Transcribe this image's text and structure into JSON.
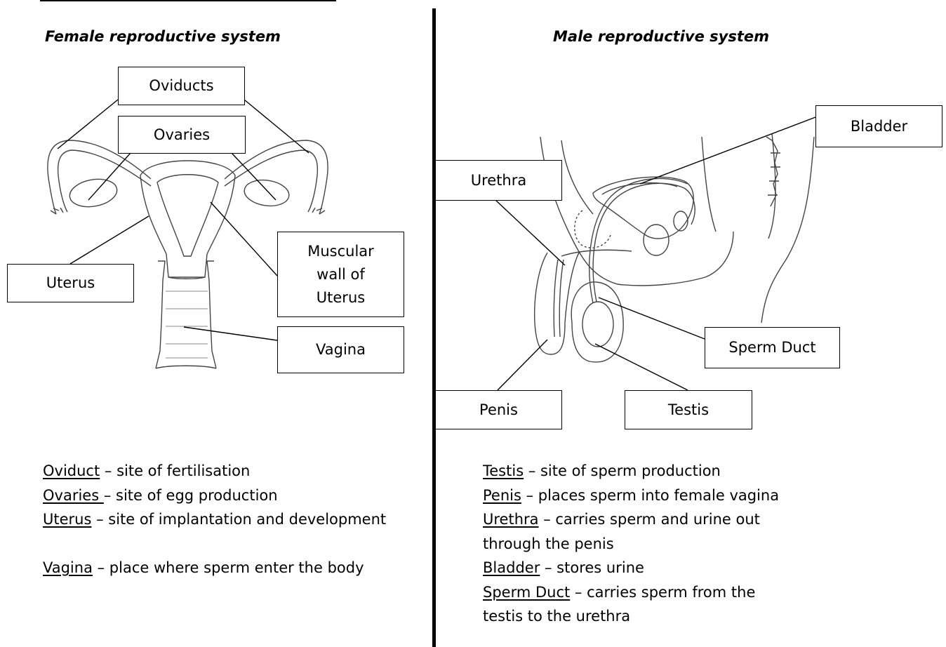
{
  "female": {
    "heading": "Female reproductive system",
    "labels": {
      "oviducts": "Oviducts",
      "ovaries": "Ovaries",
      "uterus": "Uterus",
      "muscular_wall": "Muscular wall of Uterus",
      "vagina": "Vagina"
    },
    "notes": [
      {
        "term": "Oviduct",
        "desc": " – site of fertilisation"
      },
      {
        "term": "Ovaries ",
        "desc": "– site of egg production"
      },
      {
        "term": "Uterus",
        "desc": " – site of implantation and development"
      },
      {
        "term": "Vagina",
        "desc": " – place where sperm enter the body"
      }
    ]
  },
  "male": {
    "heading": "Male reproductive system",
    "labels": {
      "bladder": "Bladder",
      "urethra": "Urethra",
      "sperm_duct": "Sperm Duct",
      "penis": "Penis",
      "testis": "Testis"
    },
    "notes": [
      {
        "term": "Testis",
        "desc": " – site of sperm production"
      },
      {
        "term": "Penis",
        "desc": " – places sperm into female vagina"
      },
      {
        "term": "Urethra",
        "desc": " – carries sperm and urine out"
      },
      {
        "term": "",
        "desc": "through the penis"
      },
      {
        "term": "Bladder",
        "desc": " – stores urine"
      },
      {
        "term": "Sperm Duct",
        "desc": " – carries sperm from the"
      },
      {
        "term": "",
        "desc": "testis to the urethra"
      }
    ]
  }
}
